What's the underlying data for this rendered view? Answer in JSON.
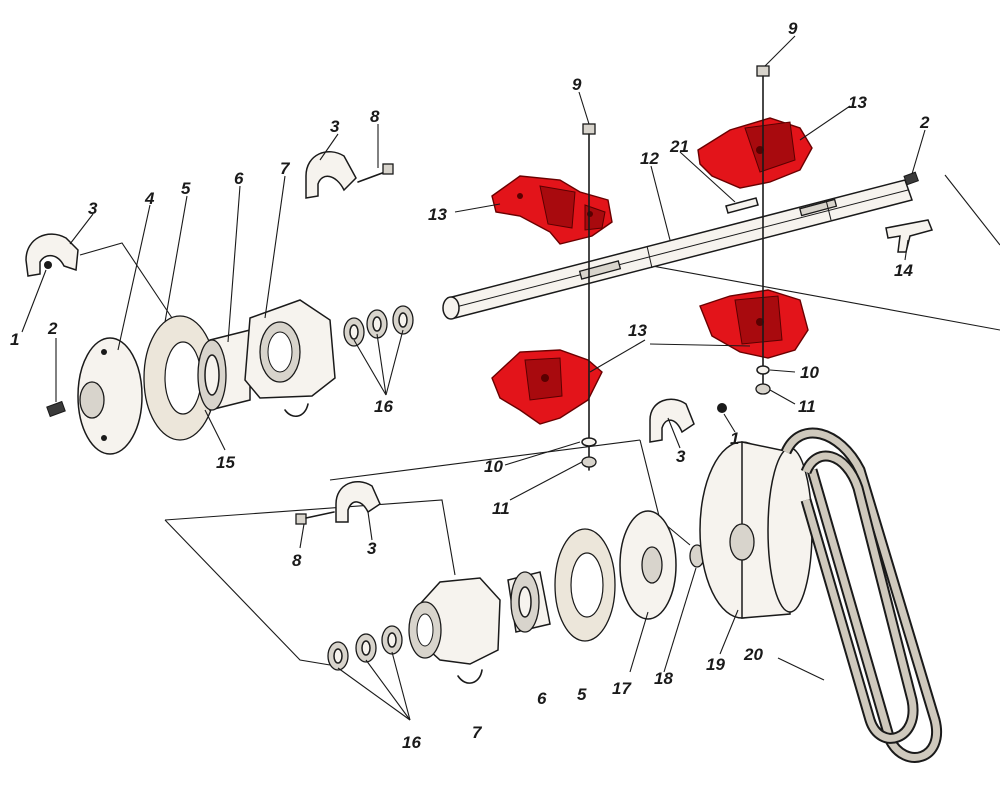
{
  "colors": {
    "highlight": "#e3141a",
    "ink": "#1a1a1a",
    "paper": "#ffffff"
  },
  "callouts": [
    {
      "id": "c1a",
      "text": "1"
    },
    {
      "id": "c2a",
      "text": "2"
    },
    {
      "id": "c3a",
      "text": "3"
    },
    {
      "id": "c3b",
      "text": "3"
    },
    {
      "id": "c4",
      "text": "4"
    },
    {
      "id": "c5a",
      "text": "5"
    },
    {
      "id": "c6a",
      "text": "6"
    },
    {
      "id": "c7a",
      "text": "7"
    },
    {
      "id": "c8a",
      "text": "8"
    },
    {
      "id": "c16a",
      "text": "16"
    },
    {
      "id": "c15",
      "text": "15"
    },
    {
      "id": "c9a",
      "text": "9"
    },
    {
      "id": "c9b",
      "text": "9"
    },
    {
      "id": "c12",
      "text": "12"
    },
    {
      "id": "c21",
      "text": "21"
    },
    {
      "id": "c2b",
      "text": "2"
    },
    {
      "id": "c14",
      "text": "14"
    },
    {
      "id": "c13a",
      "text": "13"
    },
    {
      "id": "c13b",
      "text": "13"
    },
    {
      "id": "c13c",
      "text": "13"
    },
    {
      "id": "c10a",
      "text": "10"
    },
    {
      "id": "c11a",
      "text": "11"
    },
    {
      "id": "c10b",
      "text": "10"
    },
    {
      "id": "c11b",
      "text": "11"
    },
    {
      "id": "c3c",
      "text": "3"
    },
    {
      "id": "c1b",
      "text": "1"
    },
    {
      "id": "c8b",
      "text": "8"
    },
    {
      "id": "c3d",
      "text": "3"
    },
    {
      "id": "c16b",
      "text": "16"
    },
    {
      "id": "c7b",
      "text": "7"
    },
    {
      "id": "c6b",
      "text": "6"
    },
    {
      "id": "c5b",
      "text": "5"
    },
    {
      "id": "c17",
      "text": "17"
    },
    {
      "id": "c18",
      "text": "18"
    },
    {
      "id": "c19",
      "text": "19"
    },
    {
      "id": "c20",
      "text": "20"
    }
  ]
}
